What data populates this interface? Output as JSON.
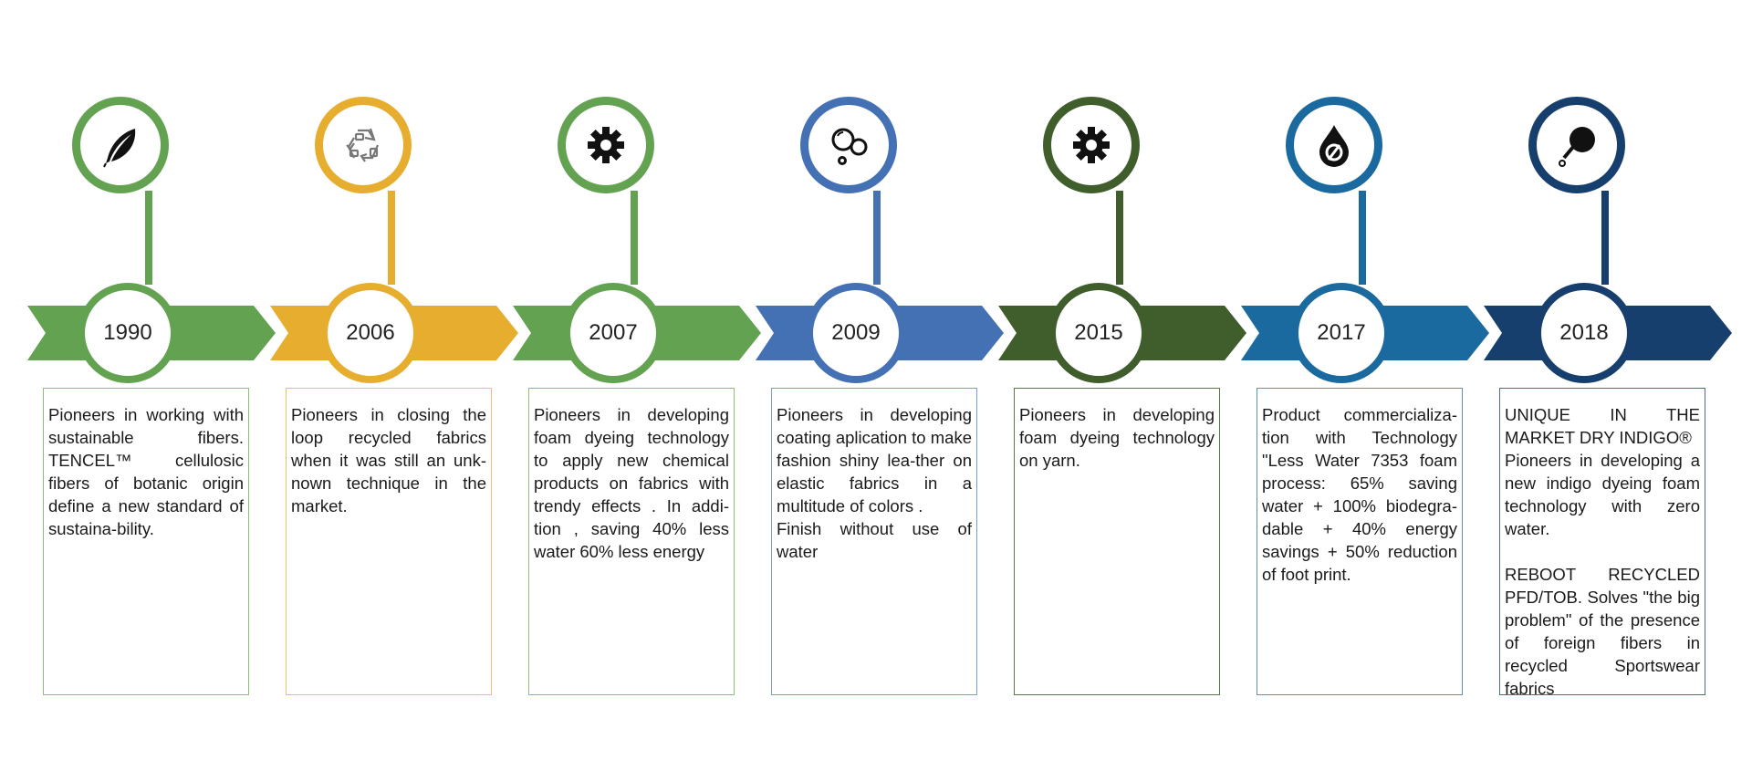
{
  "colors": {
    "green": "#62a250",
    "yellow": "#e6ad2f",
    "blue": "#4470b4",
    "darkgreen": "#3f5e2c",
    "teal": "#1a6aa0",
    "navy": "#173f6e"
  },
  "milestones": [
    {
      "year": "1990",
      "color": "#62a250",
      "boxColor": "#8cbf78",
      "icon": "feather-icon",
      "paragraphs": [
        "Pioneers in working with sustainable fibers. TENCEL™ cellulosic fibers of botanic origin define a new standard of sustaina-bility."
      ]
    },
    {
      "year": "2006",
      "color": "#e6ad2f",
      "boxColor": "#e9c06b",
      "icon": "recycle-icon",
      "paragraphs": [
        "Pioneers in closing the loop recycled fabrics when it was still an unk-nown technique in the market."
      ]
    },
    {
      "year": "2007",
      "color": "#62a250",
      "boxColor": "#8cbf78",
      "icon": "gear-icon",
      "paragraphs": [
        "Pioneers in developing foam dyeing technology to apply new chemical products on fabrics with trendy effects . In addi-tion , saving 40% less water 60% less energy"
      ]
    },
    {
      "year": "2009",
      "color": "#4470b4",
      "boxColor": "#7d9cd0",
      "icon": "bubbles-icon",
      "paragraphs": [
        "Pioneers in developing coating aplication to make fashion shiny lea-ther on elastic fabrics in a multitude of colors .",
        "Finish without use of water"
      ]
    },
    {
      "year": "2015",
      "color": "#3f5e2c",
      "boxColor": "#5b7448",
      "icon": "gear-icon",
      "paragraphs": [
        "Pioneers in developing foam dyeing technology on yarn."
      ]
    },
    {
      "year": "2017",
      "color": "#1a6aa0",
      "boxColor": "#5b92bd",
      "icon": "water-drop-icon",
      "paragraphs": [
        "Product commercializa-tion with Technology \"Less Water 7353 foam process: 65% saving water + 100% biodegra-dable + 40% energy savings + 50% reduction of foot print."
      ]
    },
    {
      "year": "2018",
      "color": "#173f6e",
      "boxColor": "#4b6a93",
      "icon": "dropper-icon",
      "paragraphs": [
        "UNIQUE IN THE MARKET DRY INDIGO®",
        "Pioneers in developing a new indigo dyeing foam technology with zero water.",
        "",
        "REBOOT RECYCLED PFD/TOB. Solves \"the big problem\" of the presence of foreign fibers in recycled Sportswear fabrics"
      ]
    }
  ]
}
